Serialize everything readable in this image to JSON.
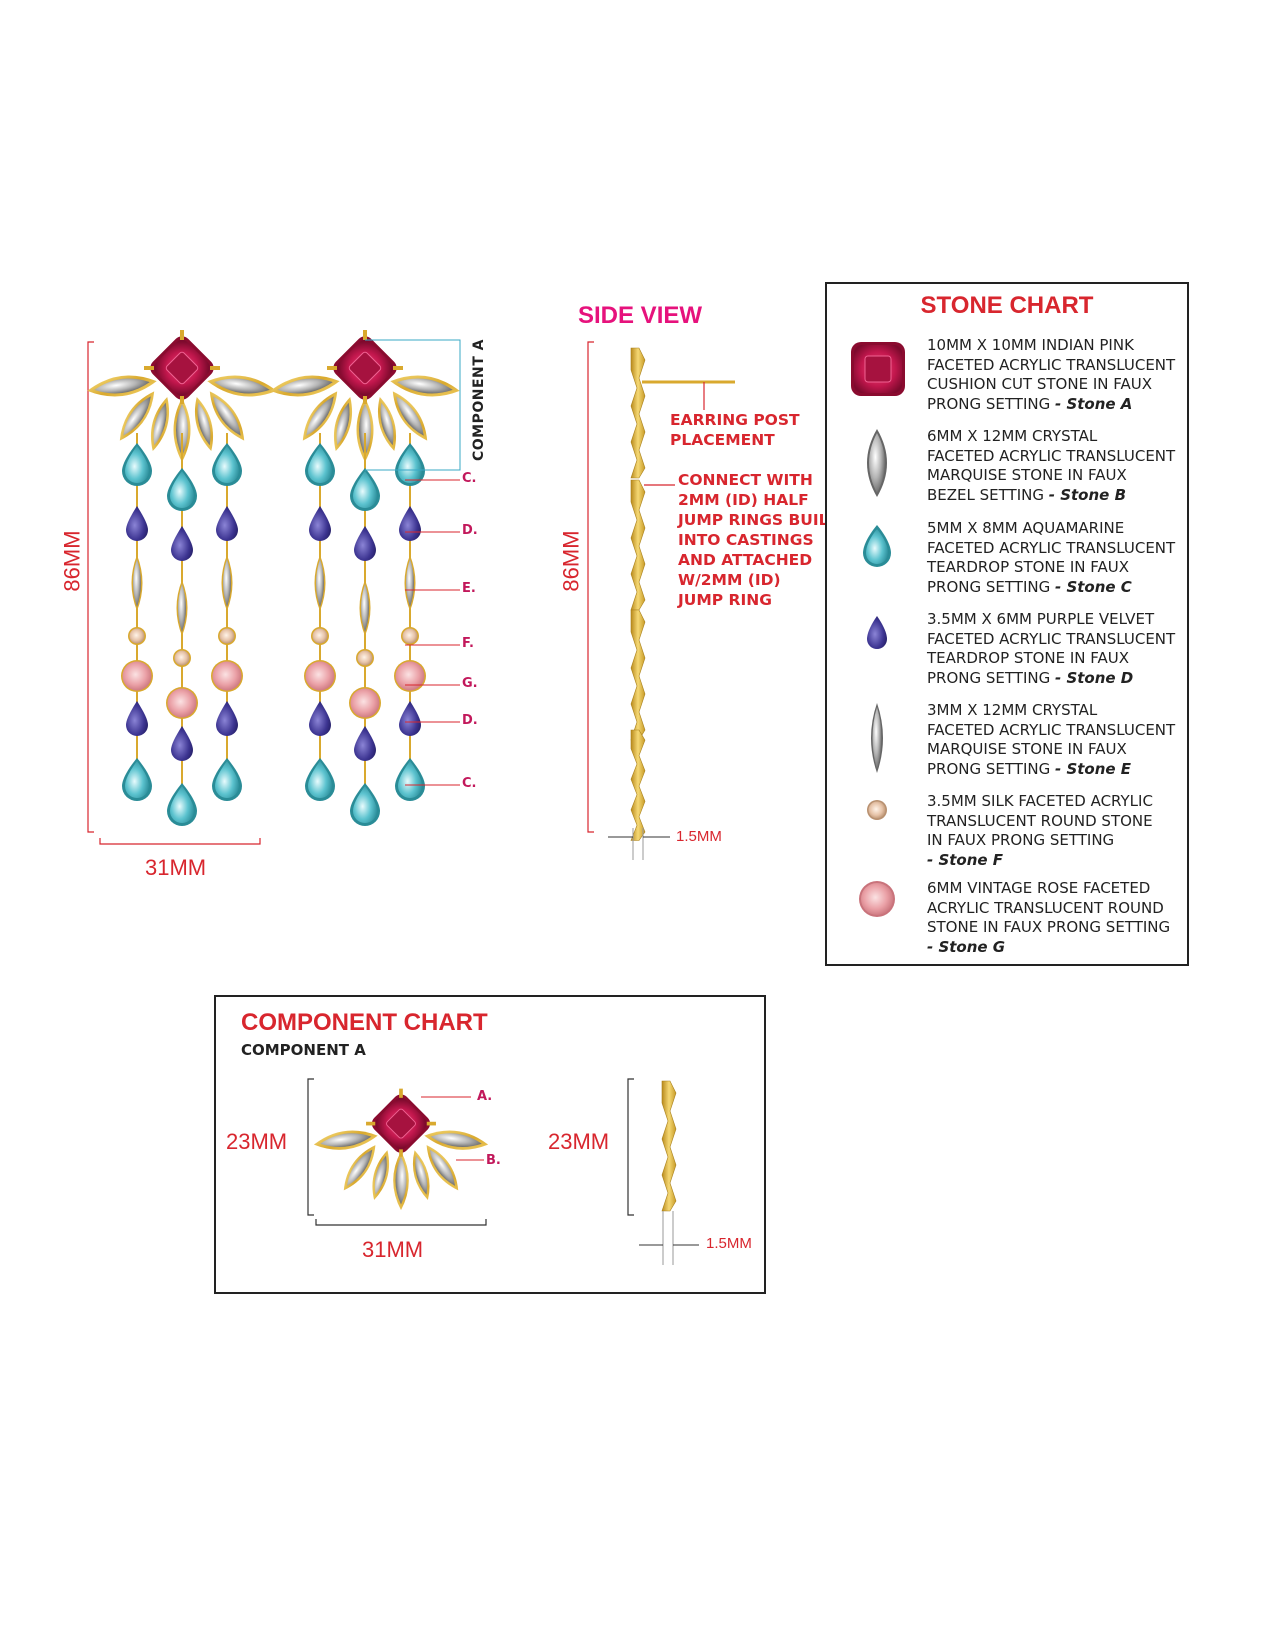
{
  "side_view_title": "SIDE VIEW",
  "dimensions": {
    "earring_height": "86MM",
    "earring_width": "31MM",
    "side_height": "86MM",
    "side_thickness": "1.5MM",
    "comp_height": "23MM",
    "comp_width": "31MM",
    "comp_side_height": "23MM",
    "comp_side_thickness": "1.5MM"
  },
  "component_label": "COMPONENT A",
  "leaders": {
    "c1": "C.",
    "d1": "D.",
    "e": "E.",
    "f": "F.",
    "g": "G.",
    "d2": "D.",
    "c2": "C.",
    "a": "A.",
    "b": "B."
  },
  "callouts": {
    "post": [
      "EARRING POST",
      "PLACEMENT"
    ],
    "connect": [
      "CONNECT WITH",
      "2MM (ID) HALF",
      "JUMP RINGS BUILT",
      "INTO CASTINGS",
      "AND ATTACHED",
      "W/2MM (ID)",
      "JUMP RING"
    ]
  },
  "stone_chart": {
    "title": "STONE CHART",
    "stones": [
      {
        "icon": "cushion-pink-icon",
        "lines": [
          "10MM X 10MM INDIAN PINK",
          "FACETED ACRYLIC TRANSLUCENT",
          "CUSHION CUT STONE IN FAUX"
        ],
        "last": "PRONG SETTING",
        "tag": "- Stone A"
      },
      {
        "icon": "marquise-crystal-icon",
        "lines": [
          "6MM X 12MM CRYSTAL",
          "FACETED ACRYLIC TRANSLUCENT",
          "MARQUISE STONE IN FAUX"
        ],
        "last": "BEZEL SETTING",
        "tag": "- Stone B"
      },
      {
        "icon": "teardrop-aqua-icon",
        "lines": [
          "5MM X 8MM AQUAMARINE",
          "FACETED ACRYLIC TRANSLUCENT",
          "TEARDROP STONE IN FAUX"
        ],
        "last": "PRONG SETTING",
        "tag": "- Stone C"
      },
      {
        "icon": "teardrop-purple-icon",
        "lines": [
          "3.5MM X 6MM PURPLE VELVET",
          "FACETED ACRYLIC TRANSLUCENT",
          "TEARDROP STONE IN FAUX"
        ],
        "last": "PRONG SETTING",
        "tag": "- Stone D"
      },
      {
        "icon": "marquise-slim-crystal-icon",
        "lines": [
          "3MM X 12MM CRYSTAL",
          "FACETED ACRYLIC TRANSLUCENT",
          "MARQUISE STONE IN FAUX"
        ],
        "last": "PRONG SETTING",
        "tag": "- Stone E"
      },
      {
        "icon": "round-silk-icon",
        "lines": [
          "3.5MM SILK FACETED ACRYLIC",
          "TRANSLUCENT ROUND STONE",
          "IN FAUX PRONG SETTING"
        ],
        "last": "",
        "tag": "- Stone F"
      },
      {
        "icon": "round-rose-icon",
        "lines": [
          "6MM VINTAGE ROSE FACETED",
          "ACRYLIC TRANSLUCENT ROUND",
          "STONE IN FAUX PRONG SETTING"
        ],
        "last": "",
        "tag": "- Stone G"
      }
    ]
  },
  "component_chart": {
    "title": "COMPONENT CHART",
    "subtitle": "COMPONENT A"
  },
  "colors": {
    "dim_red": "#d8262e",
    "title_magenta": "#e6127c",
    "gold": "#e2b93b",
    "pink_stone": "#c2174d",
    "aqua": "#5cc3cf",
    "purple": "#3d3592",
    "crystal": "#b5b5b5",
    "silk": "#e6c3a8",
    "rose": "#eaa0a6"
  }
}
